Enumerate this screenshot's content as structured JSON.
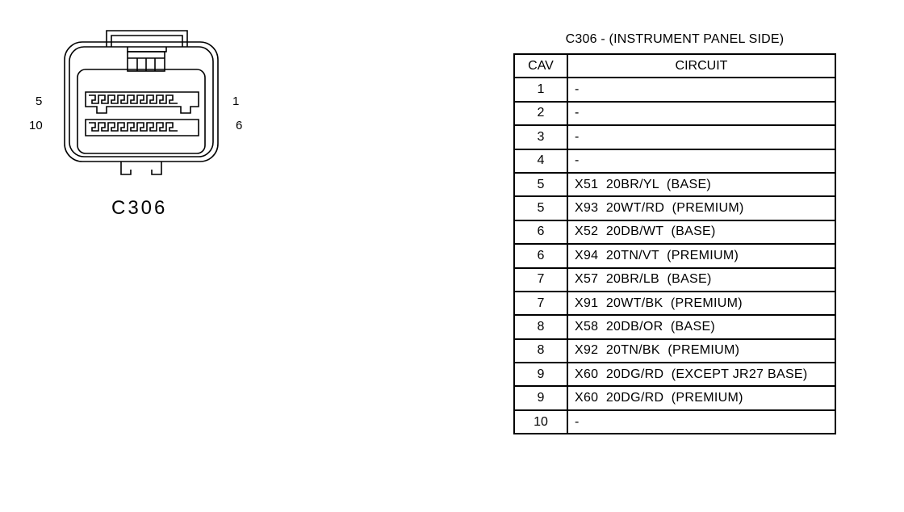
{
  "connector": {
    "name": "C306",
    "pin_labels": {
      "top_left": "5",
      "bottom_left": "10",
      "top_right": "1",
      "bottom_right": "6"
    }
  },
  "table": {
    "title": "C306 - (INSTRUMENT PANEL SIDE)",
    "headers": {
      "cav": "CAV",
      "circuit": "CIRCUIT"
    },
    "rows": [
      {
        "cav": "1",
        "circuit": "-"
      },
      {
        "cav": "2",
        "circuit": "-"
      },
      {
        "cav": "3",
        "circuit": "-"
      },
      {
        "cav": "4",
        "circuit": "-"
      },
      {
        "cav": "5",
        "circuit": "X51  20BR/YL  (BASE)"
      },
      {
        "cav": "5",
        "circuit": "X93  20WT/RD  (PREMIUM)"
      },
      {
        "cav": "6",
        "circuit": "X52  20DB/WT  (BASE)"
      },
      {
        "cav": "6",
        "circuit": "X94  20TN/VT  (PREMIUM)"
      },
      {
        "cav": "7",
        "circuit": "X57  20BR/LB  (BASE)"
      },
      {
        "cav": "7",
        "circuit": "X91  20WT/BK  (PREMIUM)"
      },
      {
        "cav": "8",
        "circuit": "X58  20DB/OR  (BASE)"
      },
      {
        "cav": "8",
        "circuit": "X92  20TN/BK  (PREMIUM)"
      },
      {
        "cav": "9",
        "circuit": "X60  20DG/RD  (EXCEPT JR27 BASE)"
      },
      {
        "cav": "9",
        "circuit": "X60  20DG/RD  (PREMIUM)"
      },
      {
        "cav": "10",
        "circuit": "-"
      }
    ]
  }
}
